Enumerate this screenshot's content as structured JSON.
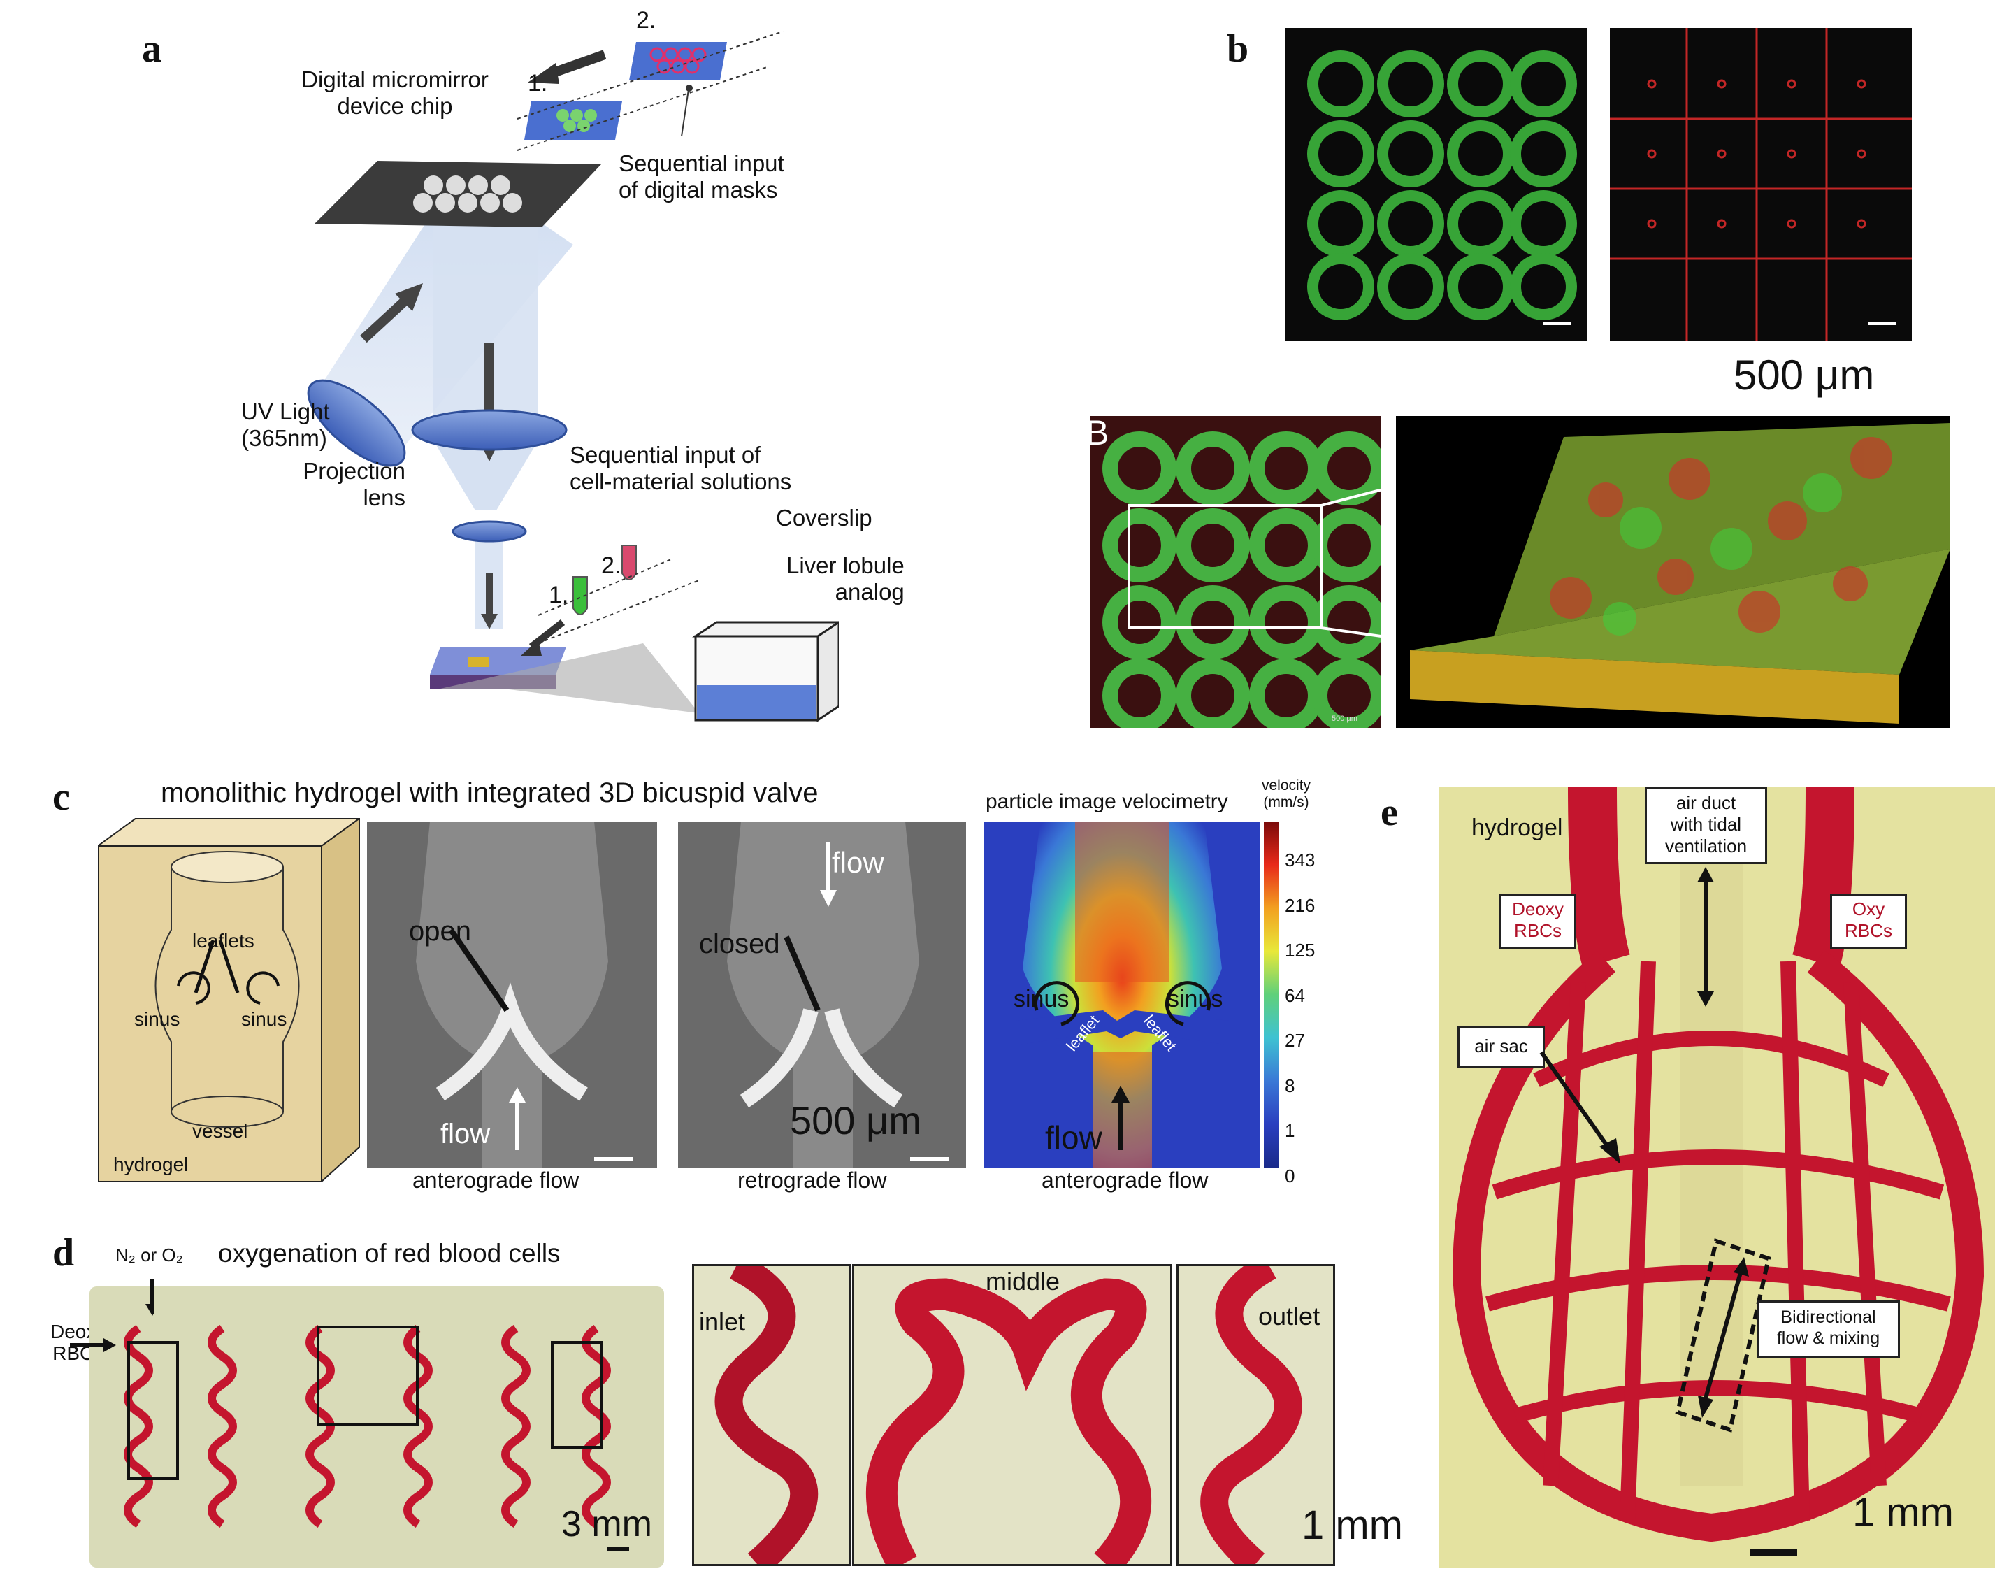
{
  "panel_labels": {
    "a": "a",
    "b": "b",
    "b_inset": "B",
    "c": "c",
    "d": "d",
    "e": "e"
  },
  "panel_a": {
    "dmd_chip": "Digital micromirror\ndevice chip",
    "mask_1": "1.",
    "mask_2": "2.",
    "masks_label": "Sequential input\nof digital masks",
    "uv_light": "UV Light\n(365nm)",
    "projection_lens": "Projection\nlens",
    "solutions_label": "Sequential input of\ncell-material solutions",
    "sol_1": "1.",
    "sol_2": "2.",
    "coverslip": "Coverslip",
    "lobule": "Liver lobule\nanalog"
  },
  "panel_b": {
    "scale_text": "500 μm",
    "inset_scale": "500 μm"
  },
  "panel_c": {
    "title": "monolithic hydrogel with integrated 3D bicuspid valve",
    "schematic": {
      "leaflets": "leaflets",
      "sinus_left": "sinus",
      "sinus_right": "sinus",
      "vessel": "vessel",
      "hydrogel": "hydrogel"
    },
    "ante": {
      "open": "open",
      "flow": "flow",
      "caption": "anterograde flow"
    },
    "retro": {
      "flow": "flow",
      "closed": "closed",
      "caption": "retrograde flow",
      "scale": "500 μm"
    },
    "piv": {
      "title": "particle image velocimetry",
      "colorbar_title": "velocity\n(mm/s)",
      "ticks": [
        "343",
        "216",
        "125",
        "64",
        "27",
        "8",
        "1",
        "0"
      ],
      "sinus_left": "sinus",
      "sinus_right": "sinus",
      "leaflet_left": "leaflet",
      "leaflet_right": "leaflet",
      "flow": "flow",
      "caption": "anterograde flow"
    }
  },
  "panel_d": {
    "title": "oxygenation of red blood cells",
    "gas": "N₂ or O₂",
    "deoxy": "Deoxy\nRBCs",
    "scale_left": "3 mm",
    "inlet": "inlet",
    "middle": "middle",
    "outlet": "outlet",
    "scale_right": "1 mm"
  },
  "panel_e": {
    "hydrogel": "hydrogel",
    "air_duct": "air duct\nwith tidal\nventilation",
    "deoxy": "Deoxy\nRBCs",
    "oxy": "Oxy\nRBCs",
    "air_sac": "air sac",
    "bidirectional": "Bidirectional\nflow & mixing",
    "scale": "1 mm"
  },
  "colors": {
    "green_cells": "#3fbf3f",
    "red_cells": "#d82a2a",
    "blood": "#c4152e",
    "hydrogel_bg": "#e9e6a8",
    "piv_blue": "#2a3fbf"
  }
}
